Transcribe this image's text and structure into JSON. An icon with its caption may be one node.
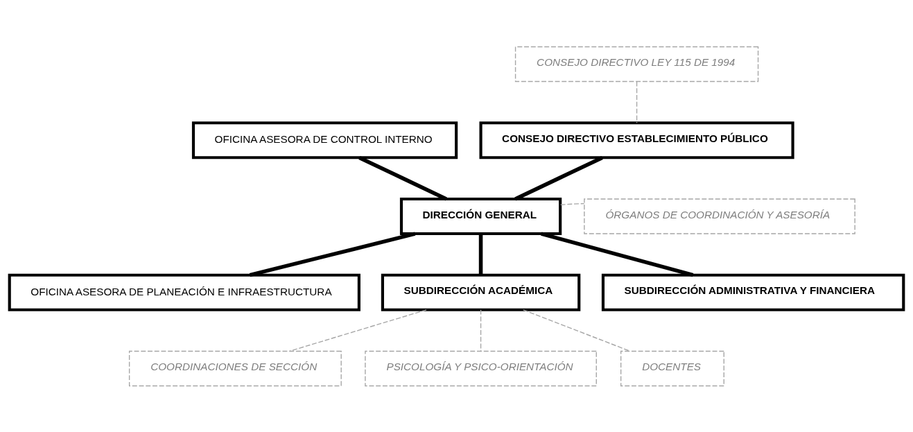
{
  "diagram": {
    "nodes": [
      {
        "text": [
          "CONSEJO DIRECTIVO LEY 115 DE 1994"
        ]
      },
      {
        "text": [
          "CONSEJO DIRECTIVO ESTABLECIMIENTO PÚBLICO"
        ]
      },
      {
        "text": [
          "OFICINA ASESORA DE CONTROL INTERNO"
        ]
      },
      {
        "text": [
          "DIRECCIÓN GENERAL"
        ]
      },
      {
        "text": [
          "ÓRGANOS DE COORDINACIÓN Y ASESORÍA"
        ]
      },
      {
        "text": [
          "OFICINA ASESORA DE PLANEACIÓN E INFRAESTRUCTURA"
        ]
      },
      {
        "text": [
          "SUBDIRECCIÓN ACADÉMICA"
        ]
      },
      {
        "text": [
          "SUBDIRECCIÓN ADMINISTRATIVA Y FINANCIERA"
        ]
      },
      {
        "text": [
          "COORDINACIONES DE SECCIÓN"
        ]
      },
      {
        "text": [
          "PSICOLOGÍA Y PSICO-ORIENTACIÓN"
        ]
      },
      {
        "text": [
          "DOCENTES"
        ]
      }
    ],
    "edges": [
      {
        "from": 0,
        "to": 1,
        "arrow": "none",
        "style": "dashed",
        "color": "#a6a6a6"
      },
      {
        "from": 1,
        "to": 3,
        "arrow": "none",
        "style": "thick",
        "color": "#000000"
      },
      {
        "from": 3,
        "to": 2,
        "arrow": "none",
        "style": "thick",
        "color": "#000000"
      },
      {
        "from": 3,
        "to": 5,
        "arrow": "none",
        "style": "thick",
        "color": "#000000"
      },
      {
        "from": 3,
        "to": 4,
        "arrow": "none",
        "style": "dashed",
        "color": "#a6a6a6"
      },
      {
        "from": 3,
        "to": 6,
        "arrow": "none",
        "style": "thick",
        "color": "#000000"
      },
      {
        "from": 3,
        "to": 7,
        "arrow": "none",
        "style": "thick",
        "color": "#000000"
      },
      {
        "from": 6,
        "to": 8,
        "arrow": "none",
        "style": "dashed",
        "color": "#a6a6a6"
      },
      {
        "from": 6,
        "to": 9,
        "arrow": "none",
        "style": "dashed",
        "color": "#a6a6a6"
      },
      {
        "from": 6,
        "to": 10,
        "arrow": "none",
        "style": "dashed",
        "color": "#a6a6a6"
      }
    ]
  }
}
